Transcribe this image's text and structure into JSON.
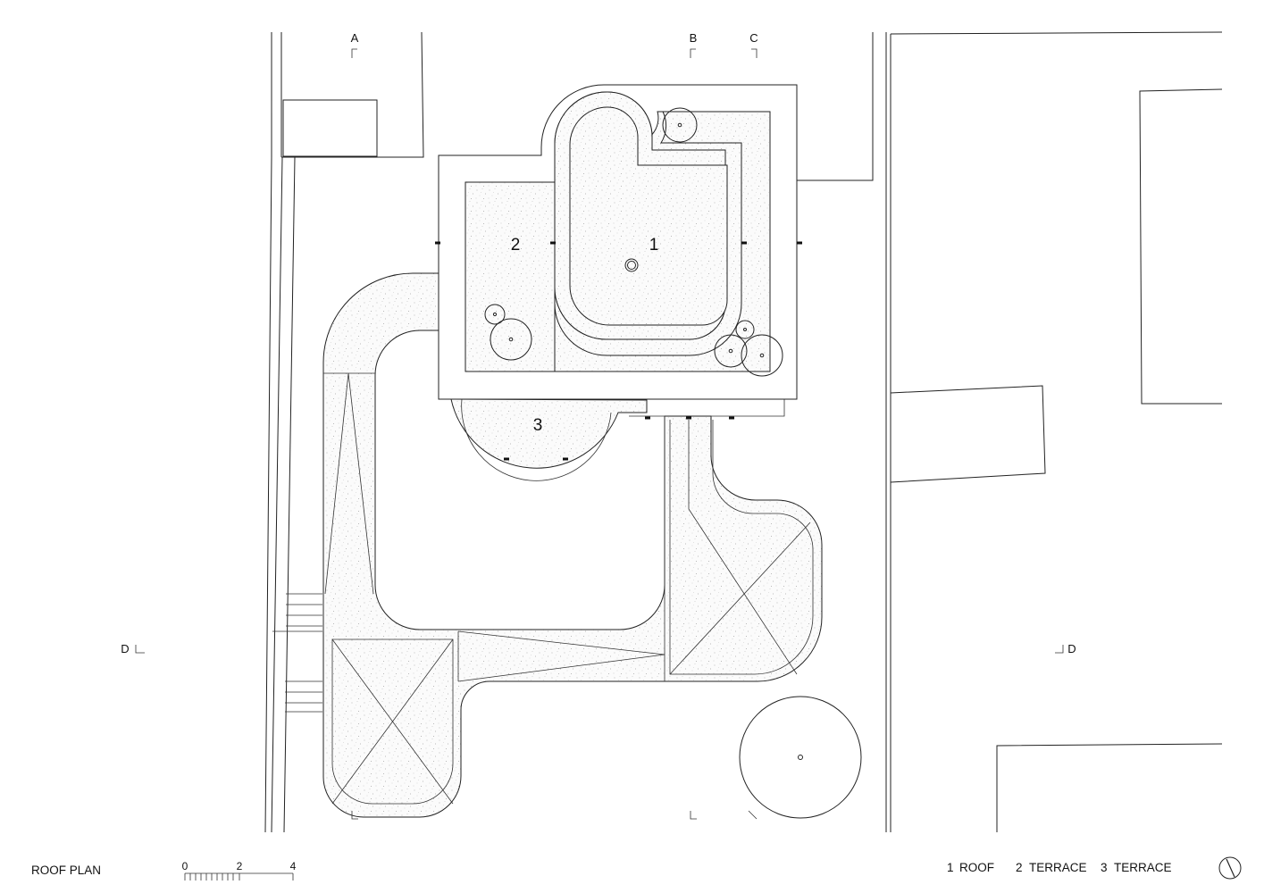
{
  "title": "ROOF PLAN",
  "scale_bar": {
    "labels": [
      "0",
      "2",
      "4"
    ]
  },
  "section_markers": {
    "a": "A",
    "b": "B",
    "c": "C",
    "d": "D"
  },
  "area_numbers": {
    "roof": "1",
    "terrace_2": "2",
    "terrace_3": "3"
  },
  "legend": [
    {
      "number": "1",
      "label": "ROOF"
    },
    {
      "number": "2",
      "label": "TERRACE"
    },
    {
      "number": "3",
      "label": "TERRACE"
    }
  ],
  "icons": {
    "north_arrow": "north-arrow-icon"
  }
}
